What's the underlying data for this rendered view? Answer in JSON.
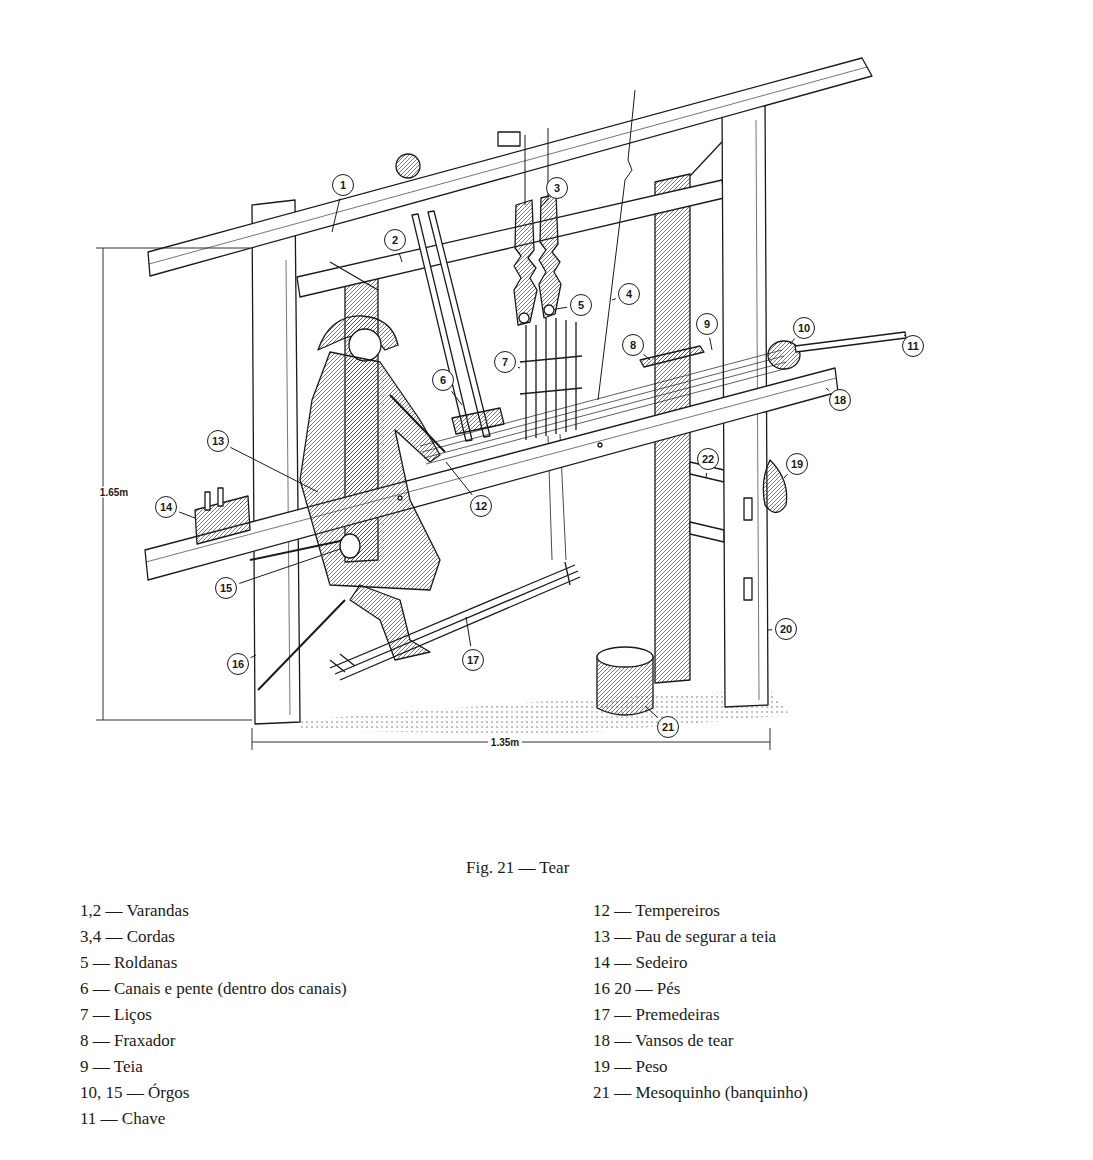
{
  "diagram": {
    "caption": "Fig. 21 — Tear",
    "labels": [
      "1",
      "2",
      "3",
      "4",
      "5",
      "6",
      "7",
      "8",
      "9",
      "10",
      "11",
      "12",
      "13",
      "14",
      "15",
      "16",
      "17",
      "18",
      "19",
      "20",
      "21",
      "22",
      "1.65m",
      "1.35m",
      "1,2 — Varandas",
      "3,4 — Cordas",
      "5 — Roldanas",
      "6 — Canais e pente (dentro dos canais)",
      "7 — Liços",
      "8 — Fraxador",
      "9 — Teia",
      "10, 15 — Órgos",
      "11 — Chave",
      "12 — Tempereiros",
      "13 — Pau de segurar a teia",
      "14 — Sedeiro",
      "16 20 — Pés",
      "17 — Premedeiras",
      "18 — Vansos de tear",
      "19 — Peso",
      "21 — Mesoquinho (banquinho)"
    ]
  }
}
